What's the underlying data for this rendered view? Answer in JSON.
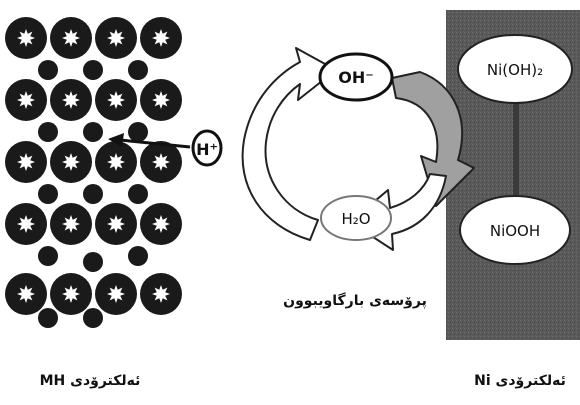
{
  "labels": {
    "proton": "H⁺",
    "hydroxide": "OH⁻",
    "water": "H₂O",
    "ni_hydroxide": "Ni(OH)₂",
    "ni_oxyhydroxide": "NiOOH",
    "process": "پرۆسەی بارگاویبوون",
    "mh_electrode": "ئەلکترۆدی MH",
    "ni_electrode": "ئەلکترۆدی Ni"
  },
  "colors": {
    "metal_atom": "#1a1a1a",
    "atom_core": "#ffffff",
    "electrode_panel": "#595959",
    "arrow_fill": "#a8a8a8"
  },
  "icons": {
    "arrows": "cycle-arrows"
  }
}
